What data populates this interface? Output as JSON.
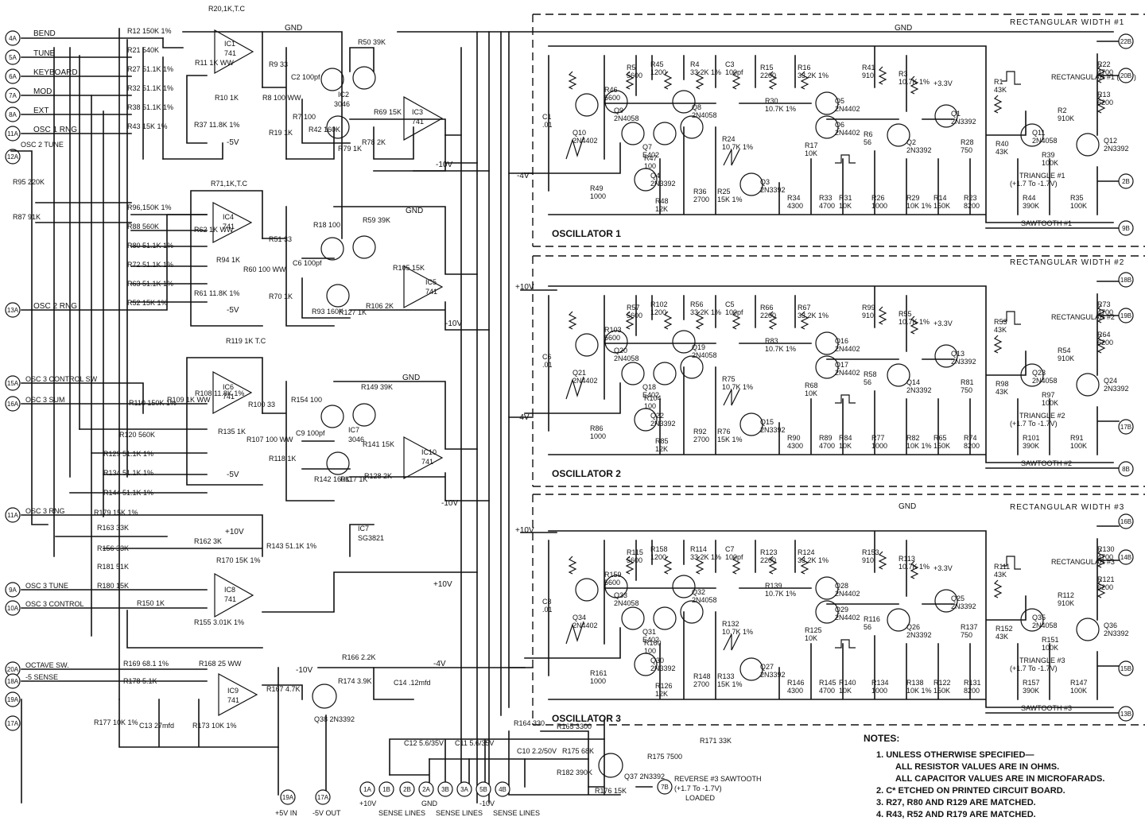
{
  "oscillators": [
    {
      "title": "OSCILLATOR 1",
      "rect_width": "RECTANGULAR WIDTH #1",
      "rectangular": "RECTANGULAR #1 (3.5V)",
      "triangle": "TRIANGLE #1",
      "triangle_range": "(+1.7 To -1.7V)",
      "sawtooth": "SAWTOOTH #1"
    },
    {
      "title": "OSCILLATOR 2",
      "rect_width": "RECTANGULAR WIDTH #2",
      "rectangular": "RECTANGULAR #2",
      "triangle": "TRIANGLE #2",
      "triangle_range": "(+1.7 To -1.7V)",
      "sawtooth": "SAWTOOTH #2"
    },
    {
      "title": "OSCILLATOR 3",
      "rect_width": "RECTANGULAR WIDTH #3",
      "rectangular": "RECTANGULAR #3",
      "triangle": "TRIANGLE #3",
      "triangle_range": "(+1.7 To -1.7V)",
      "sawtooth": "SAWTOOTH #3"
    }
  ],
  "input_labels": [
    "BEND",
    "TUNE",
    "KEYBOARD",
    "MOD",
    "EXT",
    "OSC 1 RNG",
    "OSC 2 TUNE",
    "OSC 2 RNG",
    "OSC 3 CONTROL SW",
    "OSC 3 SUM",
    "OSC 3 RNG",
    "OSC 3 TUNE",
    "OSC 3 CONTROL",
    "OCTAVE SW.",
    "-5 SENSE"
  ],
  "left_pins": [
    "4A",
    "5A",
    "6A",
    "7A",
    "8A",
    "11A",
    "12A",
    "13A",
    "15A",
    "16A",
    "11A",
    "9A",
    "10A",
    "20A",
    "18A",
    "19A",
    "17A"
  ],
  "right_pins": [
    "22B",
    "20B",
    "2B",
    "9B",
    "18B",
    "19B",
    "17B",
    "8B",
    "16B",
    "14B",
    "15B",
    "13B",
    "7B"
  ],
  "bottom_pins": [
    "19A",
    "17A",
    "1A",
    "1B",
    "2B",
    "2A",
    "3B",
    "3A",
    "5B",
    "4B"
  ],
  "bottom_labels": {
    "plus5": "+5V IN",
    "minus5": "-5V OUT",
    "plus10": "+10V",
    "sense1": "SENSE LINES",
    "gnd": "GND",
    "sense2": "SENSE LINES",
    "minus10": "-10V",
    "sense3": "SENSE LINES",
    "reverse": "REVERSE #3 SAWTOOTH",
    "reverse_range": "(+1.7 To -1.7V)",
    "loaded": "LOADED"
  },
  "rails": {
    "gnd": "GND",
    "plus10": "+10V",
    "minus4": "-4V",
    "minus10": "-10V",
    "minus5": "-5V",
    "plus3_3": "+3.3V"
  },
  "ics": [
    {
      "ref": "IC1",
      "type": "741"
    },
    {
      "ref": "IC2",
      "type": "3046"
    },
    {
      "ref": "IC3",
      "type": "741"
    },
    {
      "ref": "IC4",
      "type": "741"
    },
    {
      "ref": "IC5",
      "type": "741"
    },
    {
      "ref": "IC6",
      "type": "741"
    },
    {
      "ref": "IC7",
      "type": "3046"
    },
    {
      "ref": "IC7",
      "type": "SG3821"
    },
    {
      "ref": "IC8",
      "type": "741"
    },
    {
      "ref": "IC9",
      "type": "741"
    },
    {
      "ref": "IC10",
      "type": "741"
    }
  ],
  "resistor_labels": {
    "r20": "R20,1K,T.C",
    "r12": "R12 150K 1%",
    "r21": "R21 540K",
    "r27": "R27 51.1K 1%",
    "r32": "R32 51.1K 1%",
    "r38": "R38 51.1K 1%",
    "r43": "R43 15K 1%",
    "r11": "R11 1K WW",
    "r10": "R10 1K",
    "r37": "R37 11.8K 1%",
    "r9": "R9 33",
    "r8": "R8 100 WW",
    "r19": "R19 1K",
    "r7": "R7 100",
    "r42": "R42 160K",
    "r50": "R50 39K",
    "r69": "R69 15K",
    "r79": "R79 1K",
    "r78": "R78 2K",
    "r95": "R95 220K",
    "r87": "R87 91K",
    "c2": "C2 100pf",
    "r71": "R71,1K,T.C",
    "r96": "R96,150K 1%",
    "r88": "R88 560K",
    "r80": "R80 51.1K 1%",
    "r72": "R72 51.1K 1%",
    "r63": "R63 51.1K 1%",
    "r52": "R52 15K 1%",
    "r62": "R62 1K WW",
    "r94": "R94 1K",
    "r61": "R61 11.8K 1%",
    "r51": "R51 33",
    "r60": "R60 100 WW",
    "r70": "R70 1K",
    "r18": "R18 100",
    "r93": "R93 160K",
    "r59": "R59 39K",
    "r105": "R105 15K",
    "r127": "R127 1K",
    "r106": "R106 2K",
    "c6": "C6 100pf",
    "r119": "R119 1K T.C",
    "r110": "R110 150K 1%",
    "r120": "R120 560K",
    "r129": "R129 51.1K 1%",
    "r134": "R134 51.1K 1%",
    "r144": "R144 51.1K 1%",
    "r109": "R109 1K WW",
    "r108": "R108 11.8K 1%",
    "r135": "R135 1K",
    "r100": "R100 33",
    "r107": "R107 100 WW",
    "r118": "R118 1K",
    "r154": "R154 100",
    "r149": "R149 39K",
    "r141": "R141 15K",
    "r142": "R142 160K",
    "r117": "R117 1K",
    "r128": "R128 2K",
    "c9": "C9 100pf",
    "r179": "R179 15K 1%",
    "r163": "R163 33K",
    "r156": "R156 33K",
    "r162": "R162 3K",
    "r143": "R143 51.1K 1%",
    "r181": "R181 51K",
    "r170": "R170 15K 1%",
    "r180": "R180 15K",
    "r150": "R150 1K",
    "r155": "R155 3.01K 1%",
    "r169": "R169 68.1 1%",
    "r168": "R168 25 WW",
    "r178": "R178 5.1K",
    "r166": "R166 2.2K",
    "r174": "R174 3.9K",
    "r167": "R167 4.7K",
    "q38": "Q38 2N3392",
    "c14": "C14 .12mfd",
    "r177": "R177 10K 1%",
    "c13": "C13 27mfd",
    "r173": "R173 10K 1%",
    "r164": "R164 330",
    "r165": "R165 3300",
    "c12": "C12 5.6/35V",
    "c11": "C11 5.6/35V",
    "c10": "C10 2.2/50V",
    "r175a": "R175 68K",
    "r182": "R182 390K",
    "r176": "R176 15K",
    "q37": "Q37 2N3392",
    "r175b": "R175 7500",
    "r171": "R171 33K"
  },
  "osc_parts": [
    [
      "C1 .01",
      "Q10 2N4402",
      "R46 5600",
      "R5 5600",
      "Q9 2N4058",
      "Q7 E402",
      "R45 1200",
      "R4 33.2K 1%",
      "Q8 2N4058",
      "C3 100pf",
      "R15 2200",
      "R16 33.2K 1%",
      "R30 10.7K 1%",
      "Q5 2N4402",
      "Q6 2N4402",
      "R41 910",
      "R3 10.7K 1%",
      "R6 56",
      "R17 10K",
      "Q2 2N3392",
      "Q1 2N3392",
      "R28 750",
      "R1 43K",
      "R40 43K",
      "Q11 2N4058",
      "Q12 2N3392",
      "R22 4700",
      "R2 910K",
      "R13 6200",
      "R39 100K",
      "R47 100",
      "Q4 2N3392",
      "R49 1000",
      "R48 12K",
      "R24 10.7K 1%",
      "Q3 2N3392",
      "R36 2700",
      "R25 15K 1%",
      "R34 4300",
      "R33 4700",
      "R31 10K",
      "R26 1000",
      "R29 10K 1%",
      "R14 150K",
      "R23 8200",
      "R44 390K",
      "R35 100K"
    ],
    [
      "C6 .01",
      "Q21 2N4402",
      "R103 5600",
      "R57 5600",
      "Q20 2N4058",
      "Q18 E402",
      "R102 1200",
      "R56 33.2K 1%",
      "Q19 2N4058",
      "C5 100pf",
      "R66 2200",
      "R67 33.2K 1%",
      "R83 10.7K 1%",
      "Q16 2N4402",
      "Q17 2N4402",
      "R99 910",
      "R55 10.7K 1%",
      "R58 56",
      "R68 10K",
      "Q14 2N3392",
      "Q13 2N3392",
      "R81 750",
      "R53 43K",
      "R98 43K",
      "Q23 2N4058",
      "Q24 2N3392",
      "R73 4700",
      "R54 910K",
      "R64 6200",
      "R97 100K",
      "R104 100",
      "Q22 2N3392",
      "R86 1000",
      "R85 12K",
      "R75 10.7K 1%",
      "Q15 2N3392",
      "R92 2700",
      "R76 15K 1%",
      "R90 4300",
      "R89 4700",
      "R84 10K",
      "R77 1000",
      "R82 10K 1%",
      "R65 150K",
      "R74 8200",
      "R101 390K",
      "R91 100K"
    ],
    [
      "C8 .01",
      "Q34 2N4402",
      "R159 5600",
      "R115 5600",
      "Q33 2N4058",
      "Q31 E402",
      "R158 1200",
      "R114 33.2K 1%",
      "Q32 2N4058",
      "C7 100pf",
      "R123 2200",
      "R124 33.2K 1%",
      "R139 10.7K 1%",
      "Q28 2N4402",
      "Q29 2N4402",
      "R153 910",
      "R113 10.7K 1%",
      "R116 56",
      "R125 10K",
      "Q26 2N3392",
      "Q25 2N3392",
      "R137 750",
      "R111 43K",
      "R152 43K",
      "Q35 2N4058",
      "Q36 2N3392",
      "R130 4700",
      "R112 910K",
      "R121 6200",
      "R151 100K",
      "R160 100",
      "Q30 2N3392",
      "R161 1000",
      "R126 12K",
      "R132 10.7K 1%",
      "Q27 2N3392",
      "R148 2700",
      "R133 15K 1%",
      "R146 4300",
      "R145 4700",
      "R140 10K",
      "R134 1000",
      "R138 10K 1%",
      "R122 150K",
      "R131 8200",
      "R157 390K",
      "R147 100K"
    ]
  ],
  "notes": {
    "title": "NOTES:",
    "items": [
      "1.  UNLESS OTHERWISE SPECIFIED—",
      "ALL RESISTOR VALUES ARE IN OHMS.",
      "ALL CAPACITOR VALUES ARE IN MICROFARADS.",
      "2.  C* ETCHED ON PRINTED CIRCUIT BOARD.",
      "3.  R27, R80 AND R129 ARE MATCHED.",
      "4.  R43, R52 AND R179 ARE MATCHED."
    ]
  }
}
